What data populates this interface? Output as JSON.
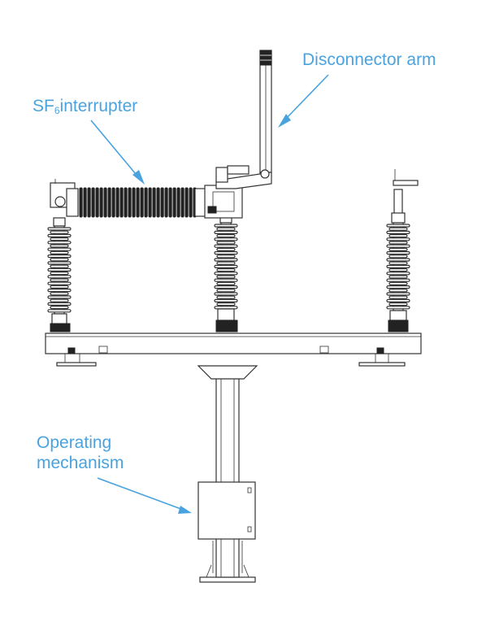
{
  "labels": {
    "disconnector_arm": "Disconnector arm",
    "sf6_prefix": "SF",
    "sf6_subscript": "6",
    "sf6_suffix": "interrupter",
    "operating_line1": "Operating",
    "operating_line2": "mechanism"
  },
  "colors": {
    "label_color": "#4aa3df",
    "drawing_color": "#333333"
  }
}
